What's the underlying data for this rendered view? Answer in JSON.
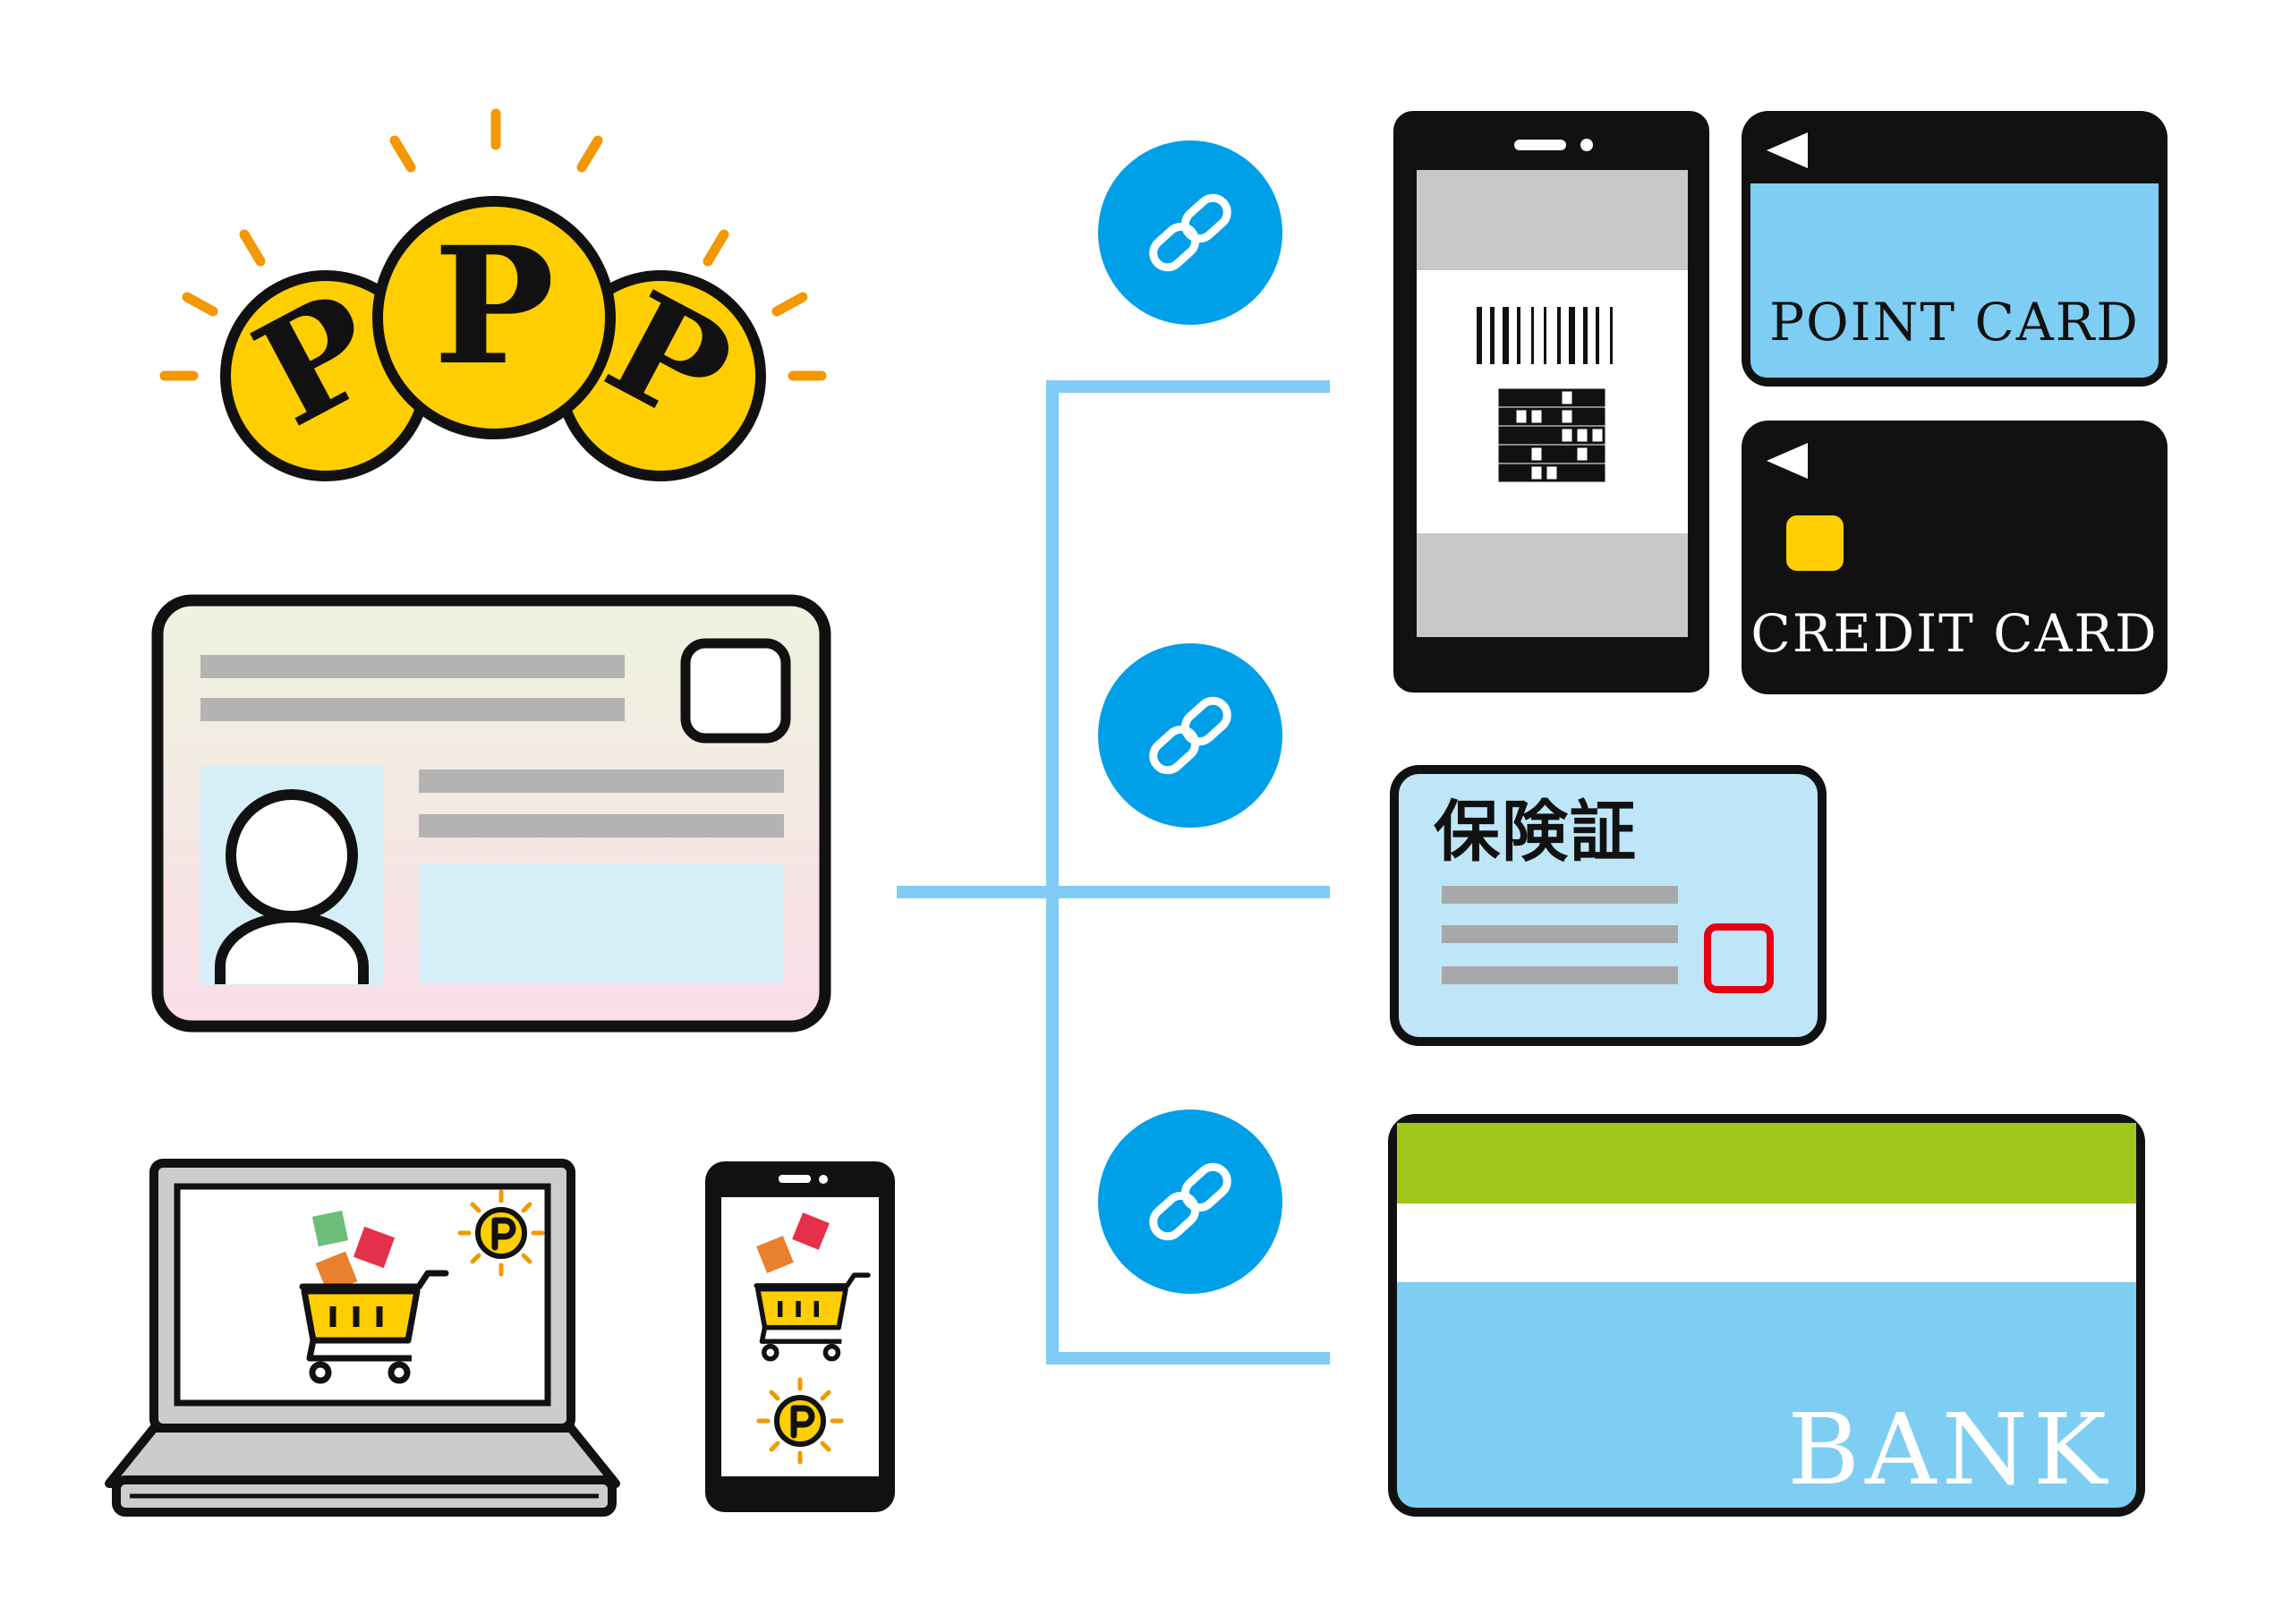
{
  "colors": {
    "outline": "#111111",
    "coin": "#FFCE00",
    "ray": "#F39800",
    "link_circle": "#00A0E9",
    "connector": "#80CCF5",
    "card_blue": "#7ECEF4",
    "light_blue": "#BFE6F8",
    "bank_green": "#9EC71A",
    "chip": "#FFCE00",
    "gray": "#B3B3B3",
    "red": "#E60012"
  },
  "icons": {
    "points": "point-coins-icon",
    "id_card": "my-number-card-icon",
    "laptop": "laptop-shopping-icon",
    "phone_small": "smartphone-shopping-icon",
    "link": "link-chain-icon",
    "phone_code": "smartphone-barcode-icon"
  },
  "coins": {
    "letter": "P"
  },
  "cards": {
    "point_card": "POINT CARD",
    "credit_card": "CREDIT CARD",
    "insurance_card": "保険証",
    "bank_card": "BANK"
  }
}
